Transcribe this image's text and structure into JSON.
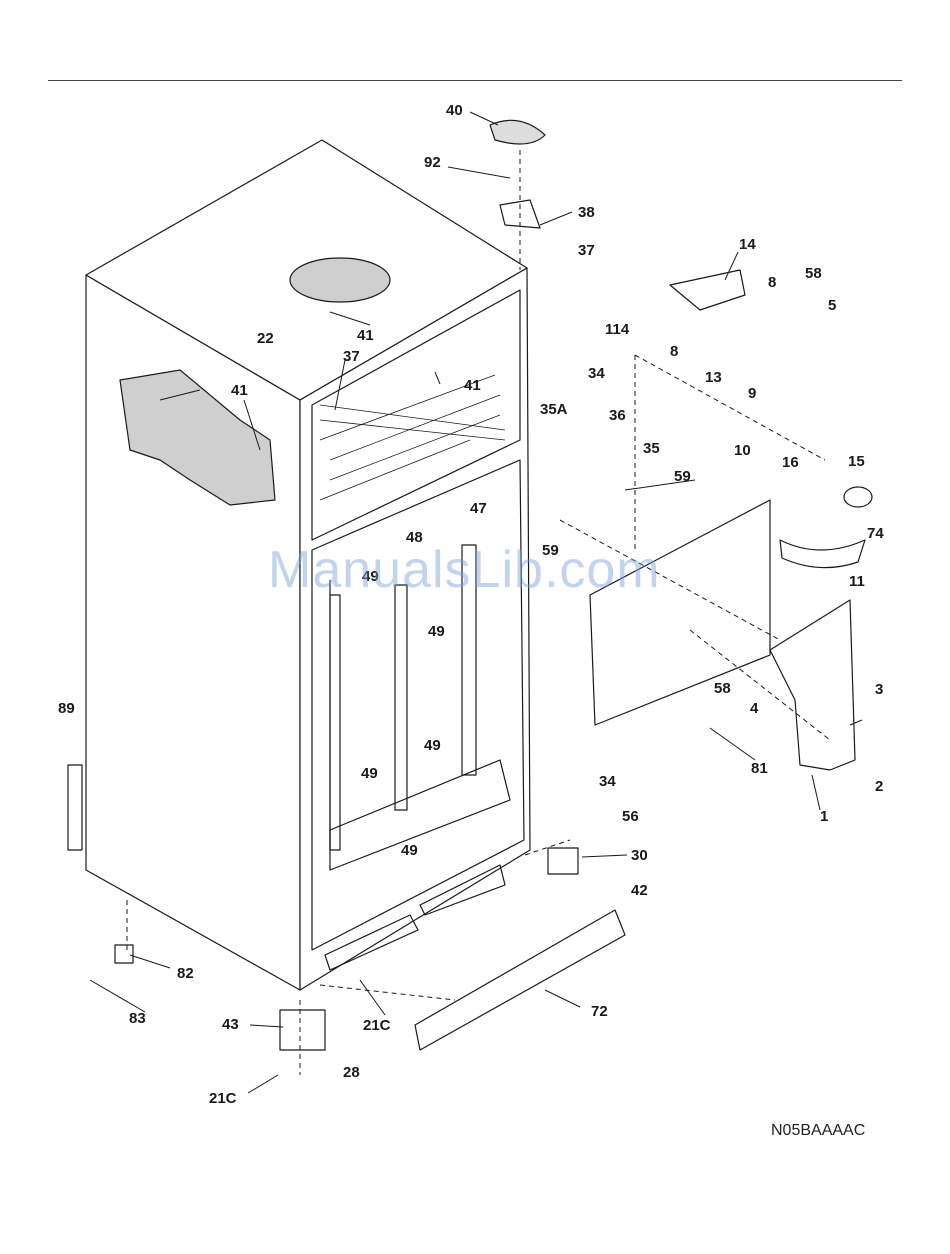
{
  "watermark": "ManualsLib.com",
  "drawing_code": "N05BAAAAC",
  "callouts": [
    {
      "id": "c40",
      "text": "40"
    },
    {
      "id": "c92",
      "text": "92"
    },
    {
      "id": "c38",
      "text": "38"
    },
    {
      "id": "c37a",
      "text": "37"
    },
    {
      "id": "c14",
      "text": "14"
    },
    {
      "id": "c8a",
      "text": "8"
    },
    {
      "id": "c58a",
      "text": "58"
    },
    {
      "id": "c5",
      "text": "5"
    },
    {
      "id": "c114",
      "text": "114"
    },
    {
      "id": "c41a",
      "text": "41"
    },
    {
      "id": "c22",
      "text": "22"
    },
    {
      "id": "c37b",
      "text": "37"
    },
    {
      "id": "c41b",
      "text": "41"
    },
    {
      "id": "c41c",
      "text": "41"
    },
    {
      "id": "c8b",
      "text": "8"
    },
    {
      "id": "c13",
      "text": "13"
    },
    {
      "id": "c9",
      "text": "9"
    },
    {
      "id": "c34a",
      "text": "34"
    },
    {
      "id": "c35A",
      "text": "35A"
    },
    {
      "id": "c36",
      "text": "36"
    },
    {
      "id": "c35",
      "text": "35"
    },
    {
      "id": "c59a",
      "text": "59"
    },
    {
      "id": "c10",
      "text": "10"
    },
    {
      "id": "c16",
      "text": "16"
    },
    {
      "id": "c15",
      "text": "15"
    },
    {
      "id": "c47",
      "text": "47"
    },
    {
      "id": "c59b",
      "text": "59"
    },
    {
      "id": "c74",
      "text": "74"
    },
    {
      "id": "c48",
      "text": "48"
    },
    {
      "id": "c49a",
      "text": "49"
    },
    {
      "id": "c11",
      "text": "11"
    },
    {
      "id": "c49b",
      "text": "49"
    },
    {
      "id": "c58b",
      "text": "58"
    },
    {
      "id": "c3",
      "text": "3"
    },
    {
      "id": "c4",
      "text": "4"
    },
    {
      "id": "c89",
      "text": "89"
    },
    {
      "id": "c49c",
      "text": "49"
    },
    {
      "id": "c81",
      "text": "81"
    },
    {
      "id": "c2",
      "text": "2"
    },
    {
      "id": "c49d",
      "text": "49"
    },
    {
      "id": "c34b",
      "text": "34"
    },
    {
      "id": "c1",
      "text": "1"
    },
    {
      "id": "c56",
      "text": "56"
    },
    {
      "id": "c49e",
      "text": "49"
    },
    {
      "id": "c30",
      "text": "30"
    },
    {
      "id": "c42",
      "text": "42"
    },
    {
      "id": "c82",
      "text": "82"
    },
    {
      "id": "c72",
      "text": "72"
    },
    {
      "id": "c83",
      "text": "83"
    },
    {
      "id": "c21Ca",
      "text": "21C"
    },
    {
      "id": "c43",
      "text": "43"
    },
    {
      "id": "c28",
      "text": "28"
    },
    {
      "id": "c21Cb",
      "text": "21C"
    }
  ]
}
